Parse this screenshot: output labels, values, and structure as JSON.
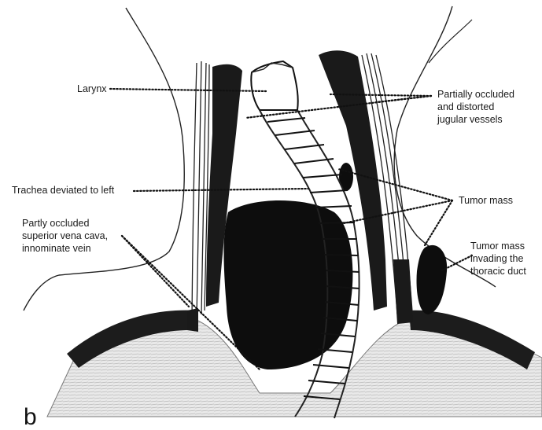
{
  "figure": {
    "panel_letter": "b",
    "labels": {
      "larynx": "Larynx",
      "jugular_line1": "Partially occluded",
      "jugular_line2": "and distorted",
      "jugular_line3": "jugular vessels",
      "trachea": "Trachea deviated to left",
      "tumor_mass": "Tumor mass",
      "svc_line1": "Partly occluded",
      "svc_line2": "superior vena cava,",
      "svc_line3": "innominate vein",
      "thoracic_line1": "Tumor mass",
      "thoracic_line2": "invading the",
      "thoracic_line3": "thoracic duct"
    }
  }
}
